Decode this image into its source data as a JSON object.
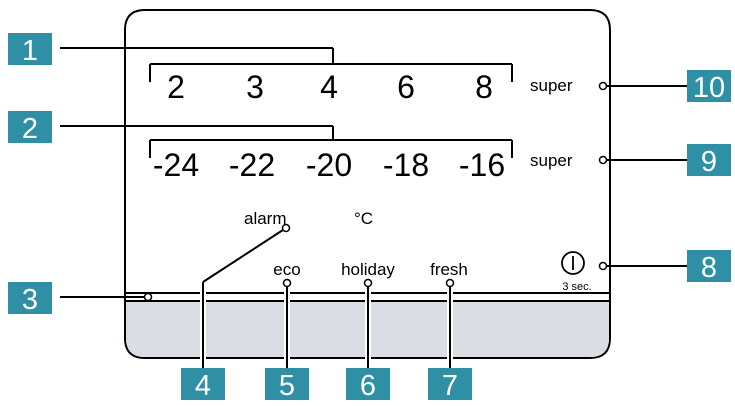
{
  "diagram": {
    "fridge_temps": [
      "2",
      "3",
      "4",
      "6",
      "8"
    ],
    "freezer_temps": [
      "-24",
      "-22",
      "-20",
      "-18",
      "-16"
    ],
    "super_top": "super",
    "super_bottom": "super",
    "alarm": "alarm",
    "unit": "°C",
    "eco": "eco",
    "holiday": "holiday",
    "fresh": "fresh",
    "power_hint": "3 sec.",
    "callouts": [
      "1",
      "2",
      "3",
      "4",
      "5",
      "6",
      "7",
      "8",
      "9",
      "10"
    ],
    "colors": {
      "callout": "#2e8fa5",
      "bottom_strip": "#dadde3",
      "outline": "#000000"
    },
    "icons": [
      "power-icon"
    ]
  }
}
